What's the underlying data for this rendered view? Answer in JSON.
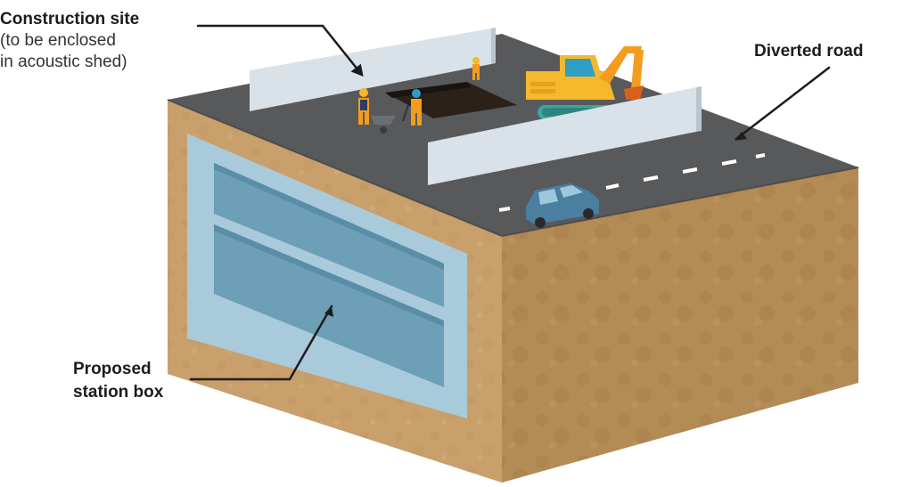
{
  "labels": {
    "construction_site": {
      "title": "Construction site",
      "line2": "(to be enclosed",
      "line3": "in acoustic shed)"
    },
    "diverted_road": "Diverted road",
    "station_box": {
      "line1": "Proposed",
      "line2": "station box"
    }
  },
  "colors": {
    "road_surface": "#58595b",
    "soil_left": "#c9a06b",
    "soil_right": "#b38b55",
    "station_box": "#9fc3d6",
    "station_inner": "#6d9fb7",
    "barrier": "#d9e2e8",
    "excavator": "#f6b82c",
    "car": "#4a7fa0",
    "leader_line": "#1c1c1c"
  },
  "icons": [
    "excavator-icon",
    "car-icon",
    "worker-icon",
    "wheelbarrow-icon",
    "excavation-pit-icon"
  ]
}
